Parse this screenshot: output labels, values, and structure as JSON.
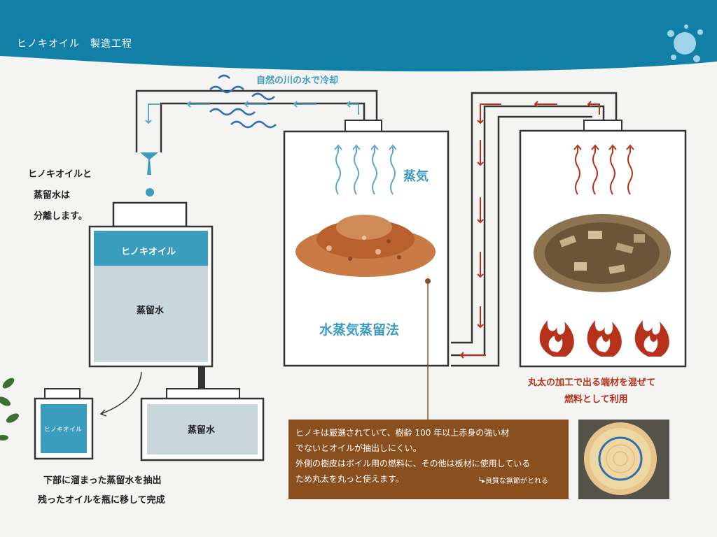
{
  "title": "ヒノキオイル　製造工程",
  "labels": {
    "cooling": "自然の川の水で冷却",
    "separate_line1": "ヒノキオイルと",
    "separate_line2": "蒸留水は",
    "separate_line3": "分離します。",
    "oil_layer": "ヒノキオイル",
    "water_layer": "蒸留水",
    "bottle_oil": "ヒノキオイル",
    "tank_water": "蒸留水",
    "steam": "蒸気",
    "method": "水蒸気蒸留法",
    "fuel_line1": "丸太の加工で出る端材を混ぜて",
    "fuel_line2": "燃料として利用",
    "bottom_line1": "下部に溜まった蒸留水を抽出",
    "bottom_line2": "残ったオイルを瓶に移して完成"
  },
  "info": {
    "line1": "ヒノキは厳選されていて、樹齢 100 年以上赤身の強い材",
    "line2": "でないとオイルが抽出しにくい。",
    "line3": "外側の樹皮はボイル用の燃料に、その他は板材に使用している",
    "line4": "ため丸太を丸っと使えます。",
    "note": "└▸良質な無節がとれる"
  },
  "colors": {
    "banner": "#127fa6",
    "blue_arrow": "#5fa9cc",
    "red_arrow": "#b7321c",
    "oil_fill": "#3a9dbd",
    "water_fill": "#c9d6dc",
    "info_bg": "#8a4f1e"
  }
}
